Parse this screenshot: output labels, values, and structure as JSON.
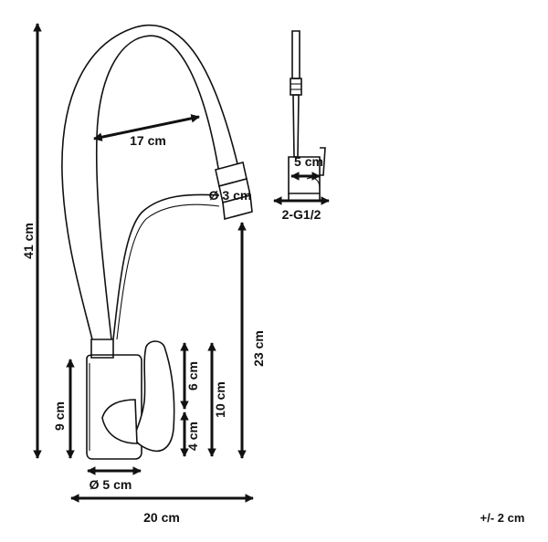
{
  "labels": {
    "total_height": "41 cm",
    "arc_width": "17 cm",
    "hose_diameter": "Ø 3 cm",
    "spout_height": "23 cm",
    "base_height": "9 cm",
    "handle_upper": "6 cm",
    "handle_lower": "4 cm",
    "handle_total": "10 cm",
    "base_diameter": "Ø 5 cm",
    "footprint_width": "20 cm",
    "mount_width": "5 cm",
    "thread": "2-G1/2",
    "tolerance": "+/- 2 cm"
  },
  "colors": {
    "ink": "#111111",
    "background": "#ffffff"
  }
}
